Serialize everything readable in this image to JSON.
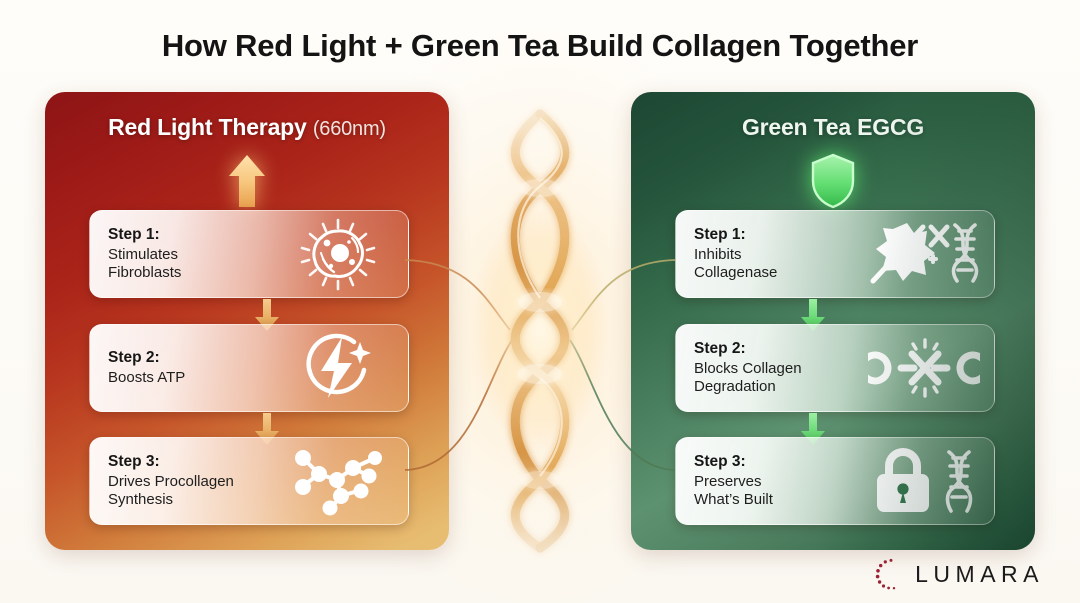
{
  "title": "How Red Light + Green Tea Build Collagen Together",
  "panels": {
    "left": {
      "heading": "Red Light Therapy",
      "heading_sub": "(660nm)",
      "header_icon": "up-arrow-icon",
      "accent_color": "#f0b268",
      "bg_start": "#8d1416",
      "bg_end": "#e7bd72",
      "steps": [
        {
          "step": "Step 1:",
          "desc": "Stimulates\nFibroblasts",
          "icon": "radiating-cell-icon"
        },
        {
          "step": "Step 2:",
          "desc": "Boosts ATP",
          "icon": "lightning-bolt-circle-icon"
        },
        {
          "step": "Step 3:",
          "desc": "Drives Procollagen\nSynthesis",
          "icon": "molecule-icon"
        }
      ]
    },
    "right": {
      "heading": "Green Tea EGCG",
      "heading_sub": "",
      "header_icon": "shield-icon",
      "accent_color": "#5ddb6b",
      "bg_start": "#1d4733",
      "bg_end": "#25543c",
      "steps": [
        {
          "step": "Step 1:",
          "desc": "Inhibits\nCollagenase",
          "icon": "enzyme-blocked-dna-icon"
        },
        {
          "step": "Step 2:",
          "desc": "Blocks Collagen\nDegradation",
          "icon": "broken-chain-icon"
        },
        {
          "step": "Step 3:",
          "desc": "Preserves\nWhat’s Built",
          "icon": "lock-dna-icon"
        }
      ]
    }
  },
  "center": {
    "icon": "dna-double-helix-icon",
    "glow_color": "#ffd9a0"
  },
  "logo": {
    "text": "LUMARA",
    "mark": "dotted-crescent-icon",
    "dot_color": "#9c2235"
  }
}
